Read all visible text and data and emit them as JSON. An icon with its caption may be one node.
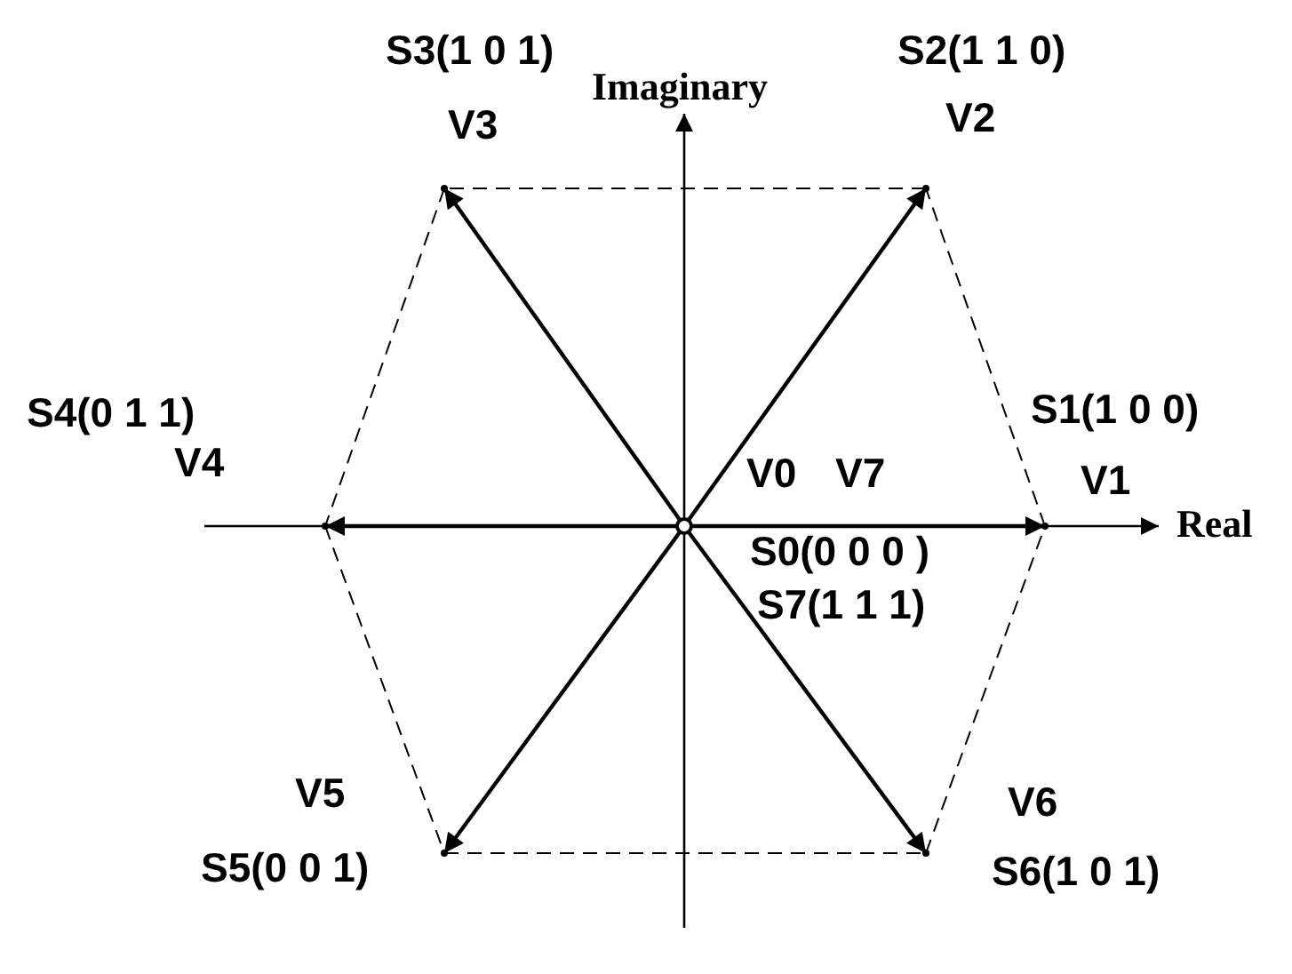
{
  "diagram": {
    "nodes": [
      {
        "text": [],
        "shape": "circle",
        "beside": [
          "V0",
          "V7",
          "S0(0 0 0 )",
          "S7(1 1 1)"
        ]
      },
      {
        "text": [],
        "shape": "dot",
        "beside": [
          "S1(1 0 0)",
          "V1"
        ]
      },
      {
        "text": [],
        "shape": "dot",
        "beside": [
          "S2(1 1 0)",
          "V2"
        ]
      },
      {
        "text": [],
        "shape": "dot",
        "beside": [
          "S3(1 0 1)",
          "V3"
        ]
      },
      {
        "text": [],
        "shape": "dot",
        "beside": [
          "S4(0 1 1)",
          "V4"
        ]
      },
      {
        "text": [],
        "shape": "dot",
        "beside": [
          "V5",
          "S5(0 0 1)"
        ]
      },
      {
        "text": [],
        "shape": "dot",
        "beside": [
          "V6",
          "S6(1 0 1)"
        ]
      }
    ],
    "edges": [
      {
        "from": 0,
        "to": 1,
        "arrow": "to"
      },
      {
        "from": 0,
        "to": 2,
        "arrow": "to"
      },
      {
        "from": 0,
        "to": 3,
        "arrow": "to"
      },
      {
        "from": 0,
        "to": 4,
        "arrow": "to"
      },
      {
        "from": 0,
        "to": 5,
        "arrow": "to"
      },
      {
        "from": 0,
        "to": 6,
        "arrow": "to"
      },
      {
        "from": 1,
        "to": 2,
        "arrow": "none",
        "style": "dashed"
      },
      {
        "from": 2,
        "to": 3,
        "arrow": "none",
        "style": "dashed"
      },
      {
        "from": 3,
        "to": 4,
        "arrow": "none",
        "style": "dashed"
      },
      {
        "from": 4,
        "to": 5,
        "arrow": "none",
        "style": "dashed"
      },
      {
        "from": 5,
        "to": 6,
        "arrow": "none",
        "style": "dashed"
      },
      {
        "from": 6,
        "to": 1,
        "arrow": "none",
        "style": "dashed"
      }
    ],
    "labels": [
      "Imaginary",
      "Real"
    ]
  }
}
